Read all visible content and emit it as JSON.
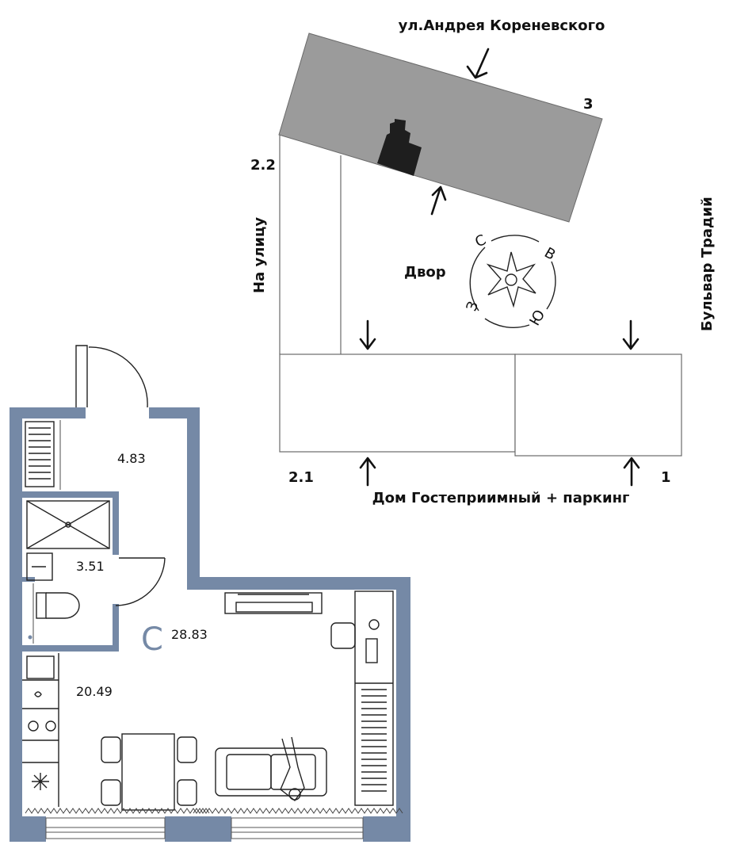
{
  "site": {
    "street_top": "ул.Андрея Кореневского",
    "street_left": "На улицу",
    "street_right": "Бульвар Традий",
    "street_bottom": "Дом Гостеприимный + паркинг",
    "yard": "Двор",
    "building_3": "3",
    "building_2_2": "2.2",
    "building_2_1": "2.1",
    "building_1": "1",
    "colors": {
      "building_fill": "#9b9b9b",
      "apartment_marker": "#1e1e1e"
    }
  },
  "compass": {
    "north": "С",
    "east": "В",
    "south": "Ю",
    "west": "З",
    "icon": "compass-rose-icon"
  },
  "apartment": {
    "total_area": "28.83",
    "type_letter": "C",
    "rooms": {
      "hall": "4.83",
      "bathroom": "3.51",
      "living": "20.49"
    },
    "colors": {
      "wall": "#7589a6",
      "type_letter": "#7589a6"
    }
  }
}
